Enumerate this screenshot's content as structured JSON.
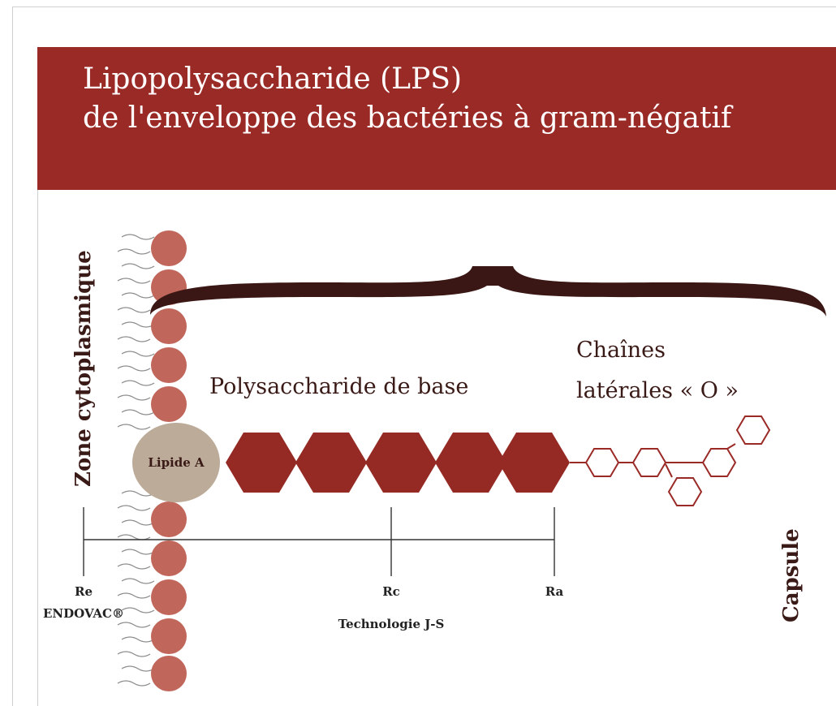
{
  "title": {
    "line1": "Lipopolysaccharide (LPS)",
    "line2": "de l'enveloppe des bactéries à gram-négatif"
  },
  "labels": {
    "zone": "Zone cytoplasmique",
    "capsule": "Capsule",
    "lipide": "Lipide A",
    "polysaccharide": "Polysaccharide de base",
    "chaines_line1": "Chaînes",
    "chaines_line2": "latérales « O »",
    "re": "Re",
    "endovac": "ENDOVAC®",
    "rc": "Rc",
    "technologie": "Technologie J-S",
    "ra": "Ra"
  },
  "colors": {
    "header": "#9a2a26",
    "hexagon": "#952a24",
    "bead": "#c0665a",
    "lipid": "#bcab98",
    "brace": "#3a1714",
    "text_dark": "#3a1a16"
  }
}
